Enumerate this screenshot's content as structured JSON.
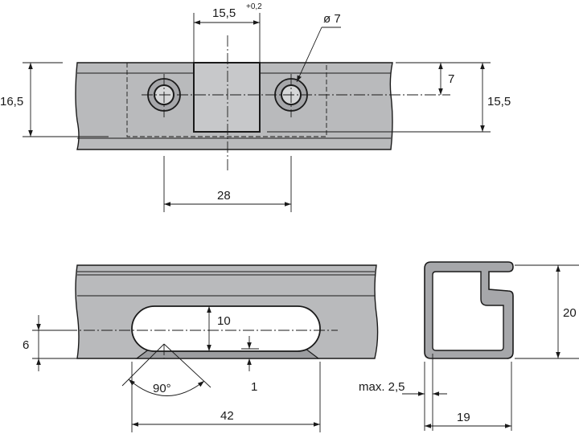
{
  "top_view": {
    "dim_slot_width": "15,5",
    "dim_slot_tolerance": "+0,2",
    "dim_hole_diameter": "ø 7",
    "dim_left_height": "16,5",
    "dim_hole_offset": "7",
    "dim_right_height": "15,5",
    "dim_hole_spacing": "28"
  },
  "side_view": {
    "dim_slot_height": "10",
    "dim_slot_offset": "6",
    "dim_angle": "90°",
    "dim_edge": "1",
    "dim_slot_length": "42"
  },
  "profile": {
    "dim_height": "20",
    "dim_wall": "max. 2,5",
    "dim_width": "19"
  }
}
